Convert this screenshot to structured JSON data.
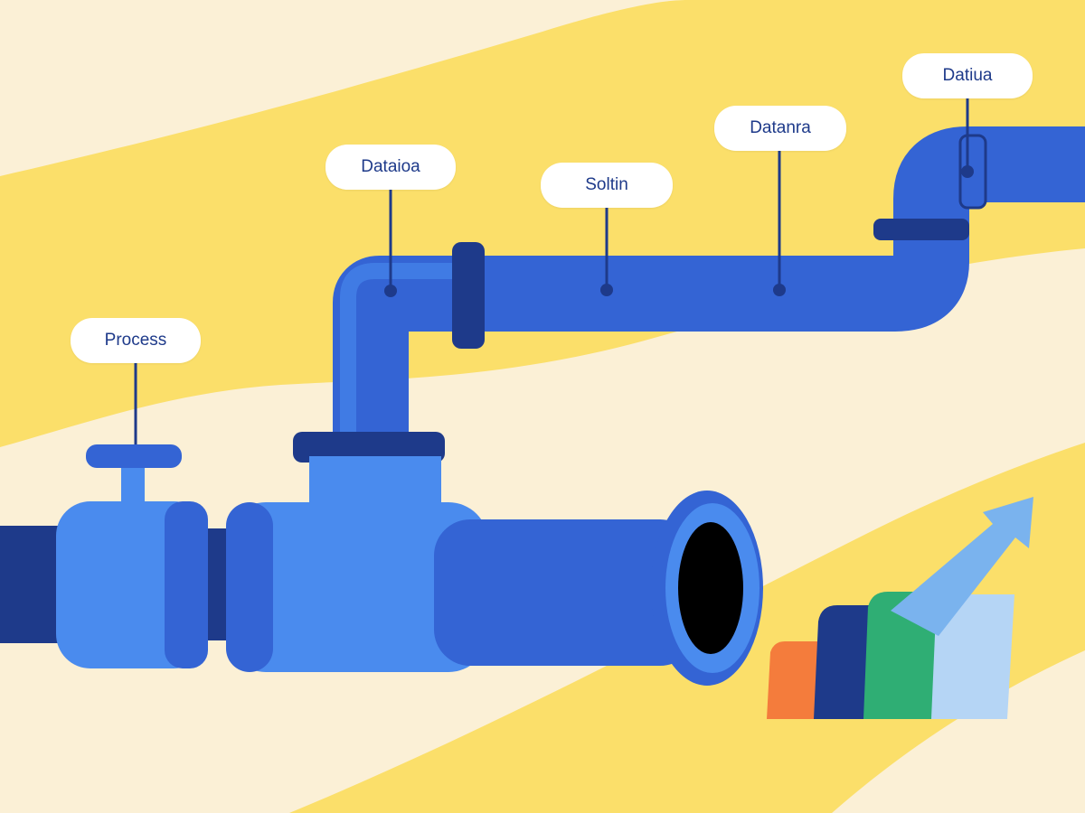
{
  "labels": {
    "process": "Process",
    "dataioa": "Dataioa",
    "soltin": "Soltin",
    "datanra": "Datanra",
    "datiua": "Datiua"
  },
  "colors": {
    "background_cream": "#FBF0D6",
    "background_yellow": "#FBDF6A",
    "pipe_dark": "#1E3A8A",
    "pipe_mid": "#3464D4",
    "pipe_light": "#4A8BEE",
    "pipe_opening": "#000000",
    "bar_orange": "#F47C3C",
    "bar_navy": "#1E3A8A",
    "bar_green": "#2FAE74",
    "bar_light_blue": "#B5D5F5",
    "arrow_blue": "#7AB3EE",
    "label_text": "#1E3A8A",
    "label_bg": "#FFFFFF"
  },
  "icons": {
    "valve": "valve-icon",
    "pipe_opening": "pipe-opening-icon",
    "growth_chart": "growth-chart-icon",
    "growth_arrow": "arrow-up-right-icon"
  }
}
